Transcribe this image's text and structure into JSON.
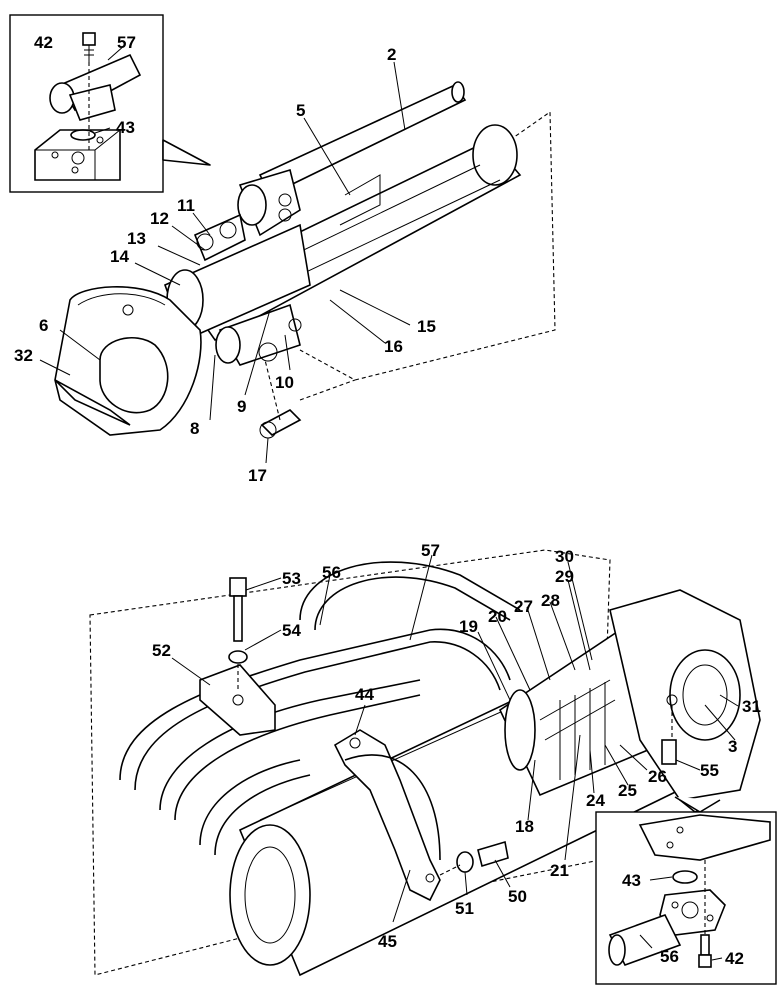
{
  "labels": {
    "p42_top": "42",
    "p57_top": "57",
    "p43_top": "43",
    "p2": "2",
    "p5": "5",
    "p11": "11",
    "p12": "12",
    "p13": "13",
    "p14": "14",
    "p6": "6",
    "p32": "32",
    "p15": "15",
    "p16": "16",
    "p9": "9",
    "p10": "10",
    "p8": "8",
    "p17": "17",
    "p53": "53",
    "p56_top": "56",
    "p57_mid": "57",
    "p54": "54",
    "p52": "52",
    "p30": "30",
    "p29": "29",
    "p19": "19",
    "p20": "20",
    "p27": "27",
    "p28": "28",
    "p44": "44",
    "p31": "31",
    "p3": "3",
    "p55": "55",
    "p26": "26",
    "p25": "25",
    "p24": "24",
    "p18": "18",
    "p21": "21",
    "p43_bot": "43",
    "p51": "51",
    "p50": "50",
    "p45": "45",
    "p56_bot": "56",
    "p42_bot": "42"
  }
}
